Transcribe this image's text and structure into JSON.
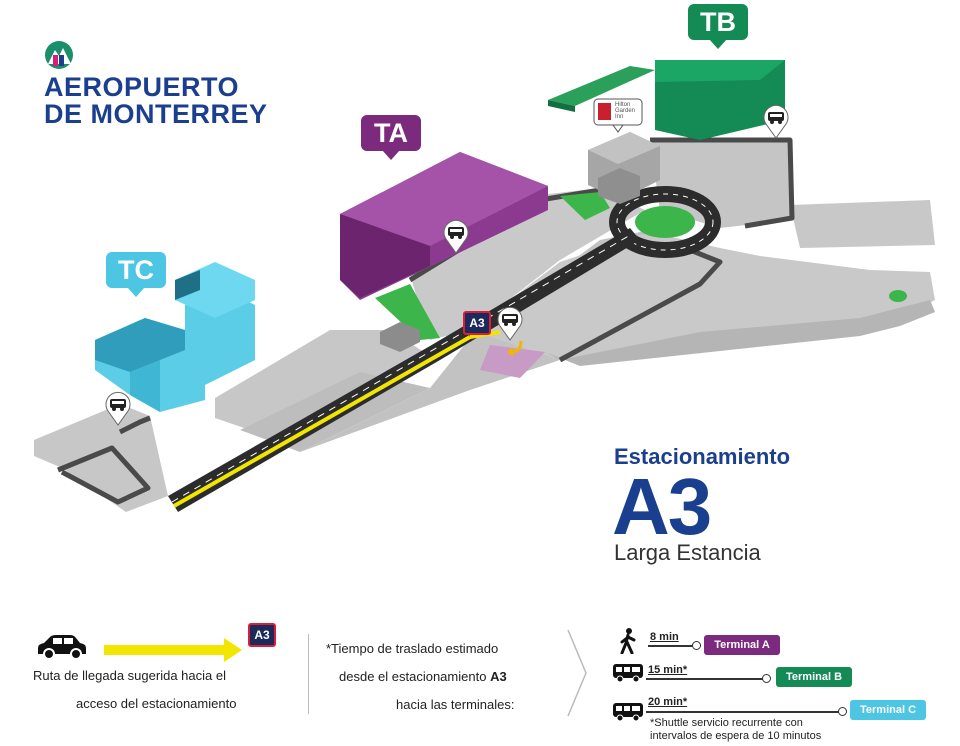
{
  "brand": {
    "name_line1": "AEROPUERTO",
    "name_line2": "DE MONTERREY",
    "logo_icon": "mountain-logo-icon"
  },
  "terminals": {
    "ta": {
      "label": "TA",
      "color": "#7b2a7e"
    },
    "tb": {
      "label": "TB",
      "color": "#148a55"
    },
    "tc": {
      "label": "TC",
      "color": "#4dc6e3"
    }
  },
  "hotel": {
    "line1": "Hilton",
    "line2": "Garden",
    "line3": "Inn"
  },
  "map_sign": {
    "label": "A3"
  },
  "parking": {
    "title": "Estacionamiento",
    "code": "A3",
    "description": "Larga Estancia"
  },
  "legend": {
    "route_text_line1": "Ruta  de llegada sugerida hacia el",
    "route_text_line2": "acceso del estacionamiento",
    "sign_label": "A3",
    "route_color": "#f2e600",
    "transfer_line1": "*Tiempo de traslado estimado",
    "transfer_line2_pre": "desde el estacionamiento",
    "transfer_line2_bold": "A3",
    "transfer_line3": "hacia las terminales:"
  },
  "transfers": [
    {
      "mode_icon": "walking-person-icon",
      "time": "8 min",
      "destination": "Terminal A",
      "color": "#7b2a7e"
    },
    {
      "mode_icon": "shuttle-bus-icon",
      "time": "15 min*",
      "destination": "Terminal B",
      "color": "#148a55"
    },
    {
      "mode_icon": "shuttle-bus-icon",
      "time": "20 min*",
      "destination": "Terminal C",
      "color": "#4dc6e3"
    }
  ],
  "footnote_line1": "*Shuttle servicio recurrente con",
  "footnote_line2": "intervalos de espera de 10 minutos"
}
